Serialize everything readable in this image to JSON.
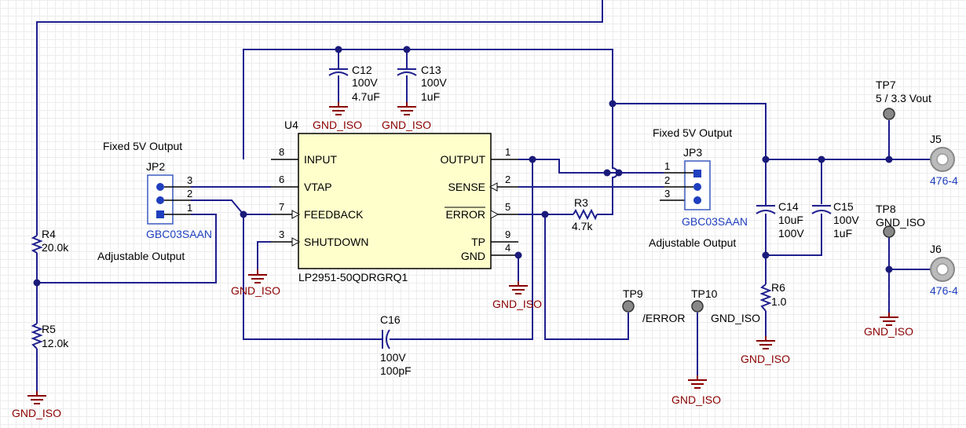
{
  "ic": {
    "ref": "U4",
    "part": "LP2951-50QDRGRQ1",
    "pins_left": [
      {
        "num": "8",
        "name": "INPUT"
      },
      {
        "num": "6",
        "name": "VTAP"
      },
      {
        "num": "7",
        "name": "FEEDBACK"
      },
      {
        "num": "3",
        "name": "SHUTDOWN"
      }
    ],
    "pins_right": [
      {
        "num": "1",
        "name": "OUTPUT"
      },
      {
        "num": "2",
        "name": "SENSE"
      },
      {
        "num": "5",
        "name": "ERROR"
      },
      {
        "num": "9",
        "name": "TP"
      },
      {
        "num": "4",
        "name": "GND"
      }
    ]
  },
  "caps": {
    "c12": {
      "ref": "C12",
      "v": "100V",
      "val": "4.7uF"
    },
    "c13": {
      "ref": "C13",
      "v": "100V",
      "val": "1uF"
    },
    "c14": {
      "ref": "C14",
      "val": "10uF",
      "v": "100V"
    },
    "c15": {
      "ref": "C15",
      "v": "100V",
      "val": "1uF"
    },
    "c16": {
      "ref": "C16",
      "v": "100V",
      "val": "100pF"
    }
  },
  "resistors": {
    "r3": {
      "ref": "R3",
      "val": "4.7k"
    },
    "r4": {
      "ref": "R4",
      "val": "20.0k"
    },
    "r5": {
      "ref": "R5",
      "val": "12.0k"
    },
    "r6": {
      "ref": "R6",
      "val": "1.0"
    }
  },
  "jumpers": {
    "jp2": {
      "ref": "JP2",
      "part": "GBC03SAAN",
      "top": "Fixed 5V Output",
      "bottom": "Adjustable Output",
      "pins": [
        "3",
        "2",
        "1"
      ]
    },
    "jp3": {
      "ref": "JP3",
      "part": "GBC03SAAN",
      "top": "Fixed 5V Output",
      "bottom": "Adjustable Output",
      "pins": [
        "1",
        "2",
        "3"
      ]
    }
  },
  "testpoints": {
    "tp7": {
      "ref": "TP7",
      "label": "5 / 3.3 Vout"
    },
    "tp8": {
      "ref": "TP8",
      "label": "GND_ISO"
    },
    "tp9": {
      "ref": "TP9",
      "label": "/ERROR"
    },
    "tp10": {
      "ref": "TP10",
      "label": "GND_ISO"
    }
  },
  "connectors": {
    "j5": {
      "ref": "J5",
      "part": "476-4"
    },
    "j6": {
      "ref": "J6",
      "part": "476-4"
    }
  },
  "ground_label": "GND_ISO"
}
